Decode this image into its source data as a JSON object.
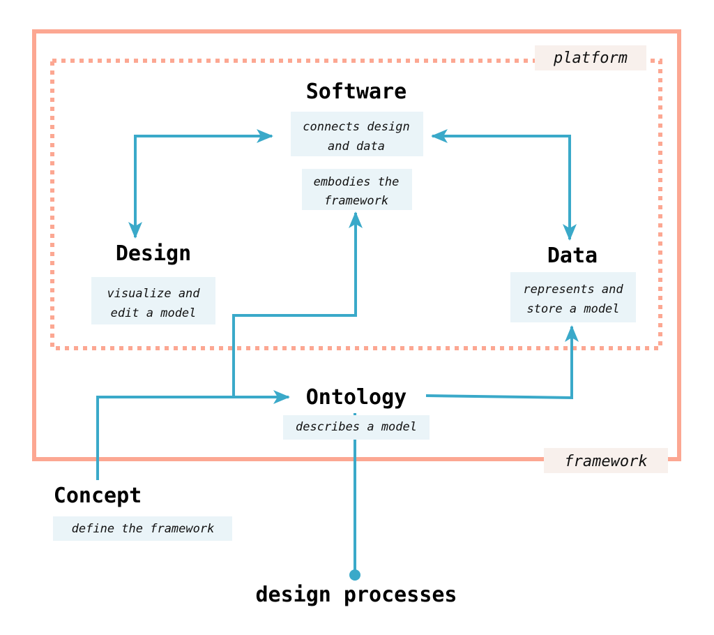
{
  "colors": {
    "frame": "#fca792",
    "connector": "#3aa9c9",
    "desc_bg": "#eaf4f8",
    "label_bg": "#f8f0ec",
    "text": "#000000"
  },
  "regions": {
    "framework": {
      "label": "framework"
    },
    "platform": {
      "label": "platform"
    }
  },
  "nodes": {
    "software": {
      "title": "Software",
      "desc": [
        "connects design",
        "and data"
      ],
      "desc2": [
        "embodies the",
        "framework"
      ]
    },
    "design": {
      "title": "Design",
      "desc": [
        "visualize and",
        "edit a model"
      ]
    },
    "data": {
      "title": "Data",
      "desc": [
        "represents and",
        "store a model"
      ]
    },
    "ontology": {
      "title": "Ontology",
      "desc": [
        "describes a model"
      ]
    },
    "concept": {
      "title": "Concept",
      "desc": [
        "define the framework"
      ]
    },
    "design_processes": {
      "title": "design processes"
    }
  },
  "edges": [
    {
      "from": "design",
      "to": "software",
      "type": "bidirectional"
    },
    {
      "from": "software",
      "to": "data",
      "type": "bidirectional"
    },
    {
      "from": "ontology",
      "to": "software",
      "type": "directed"
    },
    {
      "from": "ontology",
      "to": "data",
      "type": "directed"
    },
    {
      "from": "concept",
      "to": "ontology",
      "type": "directed"
    },
    {
      "from": "design_processes",
      "to": "ontology",
      "type": "line-with-dot"
    }
  ]
}
